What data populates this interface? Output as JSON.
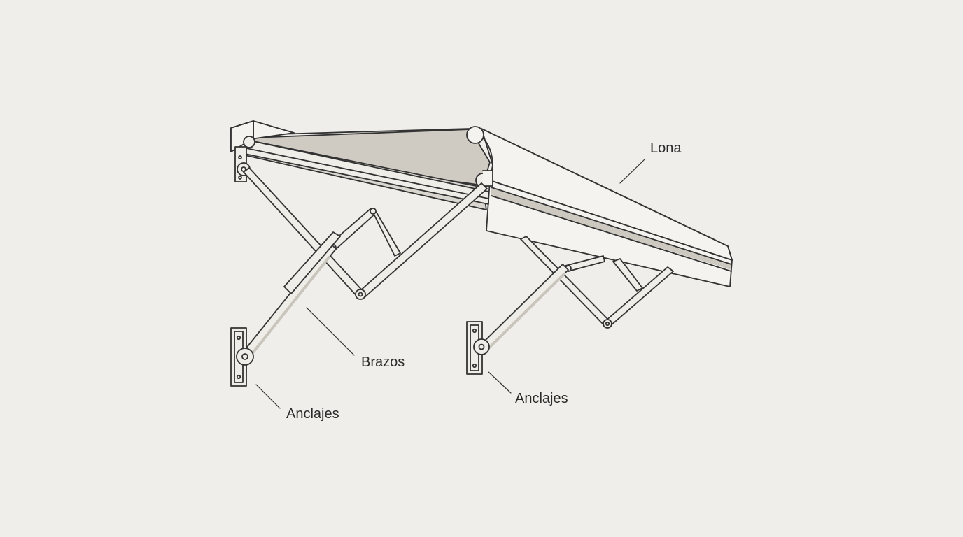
{
  "diagram": {
    "labels": {
      "canvas": "Lona",
      "arms": "Brazos",
      "anchors_left": "Anclajes",
      "anchors_right": "Anclajes"
    },
    "colors": {
      "background": "#efeeea",
      "stroke": "#333333",
      "canvas_fill": "#cfcbc3",
      "canvas_light": "#f4f3ef",
      "arm_fill": "#efede7",
      "arm_shadow": "#c9c5bd"
    }
  }
}
